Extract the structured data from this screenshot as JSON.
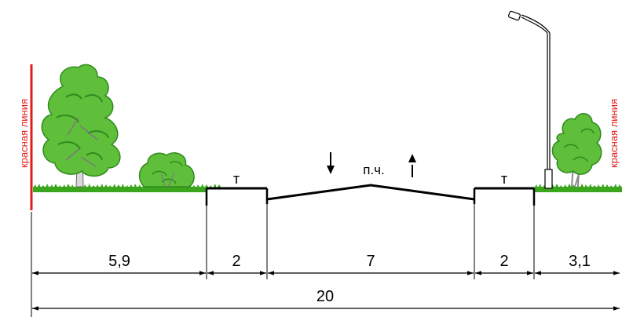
{
  "red_line": {
    "left_label": "красная линия",
    "right_label": "красная линия",
    "color": "#e01b1b"
  },
  "zones": {
    "sidewalk_left": "т",
    "roadway": "п.ч.",
    "sidewalk_right": "т"
  },
  "dimensions": {
    "green_left": "5,9",
    "sidewalk_left": "2",
    "roadway": "7",
    "sidewalk_right": "2",
    "green_right": "3,1",
    "total": "20"
  },
  "colors": {
    "grass": "#3aa51d",
    "foliage": "#5fbf3a",
    "foliage_dark": "#2f8a1f",
    "trunk": "#d8d8d8",
    "line": "#000000"
  },
  "icons": {
    "traffic_down": "arrow-down-icon",
    "traffic_up": "arrow-up-icon",
    "street_lamp": "street-lamp-icon",
    "tree": "tree-icon",
    "shrub": "shrub-icon"
  }
}
